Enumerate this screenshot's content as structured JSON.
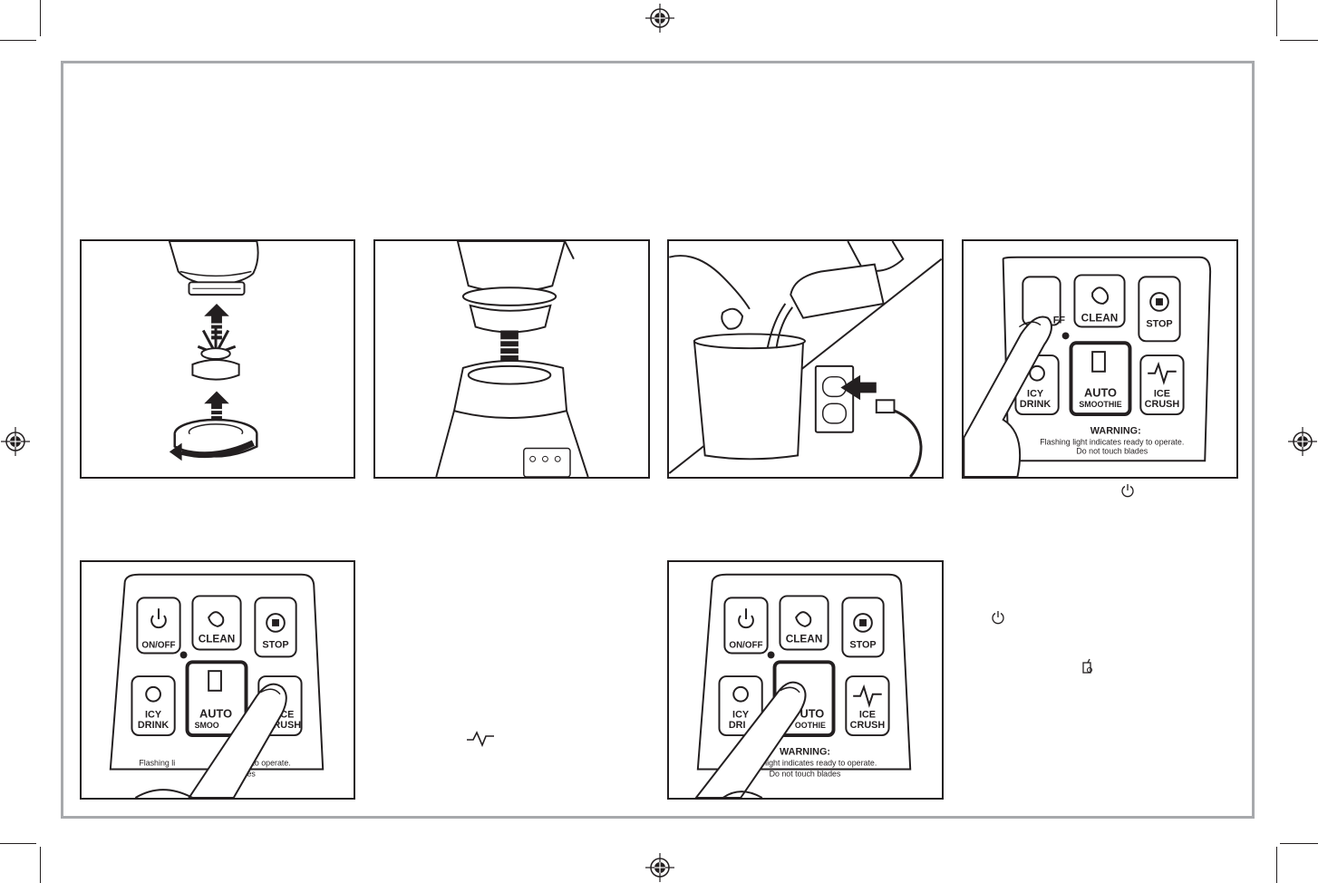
{
  "colors": {
    "ink": "#231f20",
    "frame": "#a7a9ac",
    "paper": "#ffffff",
    "skin": "#ffffff"
  },
  "icons": [
    "registration-mark-icon",
    "power-icon",
    "clean-icon",
    "stop-icon",
    "icy-drink-icon",
    "auto-smoothie-icon",
    "ice-crush-icon"
  ],
  "control_panel": {
    "on_off": "ON/OFF",
    "clean": "CLEAN",
    "stop": "STOP",
    "icy_line1": "ICY",
    "icy_line2": "DRINK",
    "auto_line1": "AUTO",
    "auto_line2": "SMOOTHIE",
    "ice_line1": "ICE",
    "ice_line2": "CRUSH",
    "warning_title": "WARNING:",
    "warning_line1": "Flashing light indicates ready to operate.",
    "warning_line2": "Do not touch blades"
  },
  "cropped_labels": {
    "panel4_onoff": "FF",
    "panel5_auto": "AUTO",
    "panel5_smoothie": "SMOO",
    "panel5_ice": "CE",
    "panel5_crush": "CRUSH",
    "panel5_warn1_left": "Flashing li",
    "panel5_warn1_right": "ady to operate.",
    "panel5_warn2": "blades",
    "panel6_icy_line1": "ICY",
    "panel6_icy_line2": "DRI",
    "panel6_auto": "UTO",
    "panel6_smoothie": "OOTHIE",
    "panel6_warn1": "light indicates ready to operate.",
    "panel6_warn2": "Do not touch blades"
  }
}
